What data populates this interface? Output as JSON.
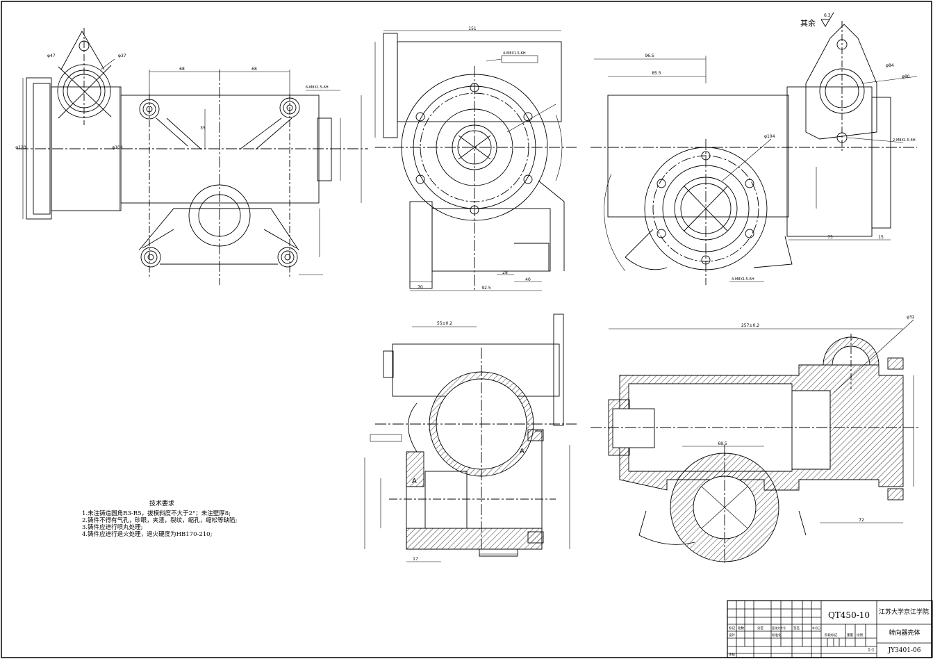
{
  "roughness": {
    "prefix": "其余",
    "value": "6.3"
  },
  "tech_requirements": {
    "title": "技术要求",
    "items": [
      "1.未注铸造圆角R3-R5，拔模斜度不大于2°；未注壁厚8;",
      "2.铸件不得有气孔，砂眼，夹渣，裂纹，缩孔，缩松等缺陷;",
      "3.铸件应进行喷丸处理;",
      "4.铸件应进行退火处理，退火硬度为HB170-210;"
    ]
  },
  "title_block": {
    "material": "QT450-10",
    "organization": "江苏大学京江学院",
    "part_name": "转向器壳体",
    "drawing_number": "JY3401-06",
    "scale": "1:1",
    "labels": {
      "mark": "标记",
      "count": "处数",
      "zone": "分区",
      "change_doc": "更改文件号",
      "signature": "签名",
      "date": "年月日",
      "design": "设计",
      "standardize": "标准化",
      "stage_mark": "阶段标记",
      "weight": "重量",
      "scale": "比例",
      "review": "审核"
    }
  },
  "dimensions": {
    "d151": "151",
    "d68a": "68",
    "d68b": "68",
    "d96_5": "96.5",
    "d85_5": "85.5",
    "d35": "35",
    "d75": "75",
    "d15": "15",
    "d70": "70",
    "d28": "28",
    "d40": "40",
    "d92_5": "92.5",
    "d17": "17",
    "d72": "72",
    "d68_5": "68.5",
    "d55": "55±0.2",
    "d257": "257±0.2",
    "d32": "φ32",
    "d47": "φ47",
    "d37": "φ37",
    "d84": "φ84",
    "d80": "φ80",
    "d104": "φ104",
    "d120": "φ120",
    "d108": "φ108"
  },
  "section_labels": {
    "a1": "A",
    "a2": "A"
  },
  "callouts": {
    "thread1": "6-M8X1.5-6H",
    "thread2": "4-M8X1.5-6H",
    "thread3": "2-M8X1.5-6H",
    "thread4": "4-M8X1.5-6H"
  }
}
